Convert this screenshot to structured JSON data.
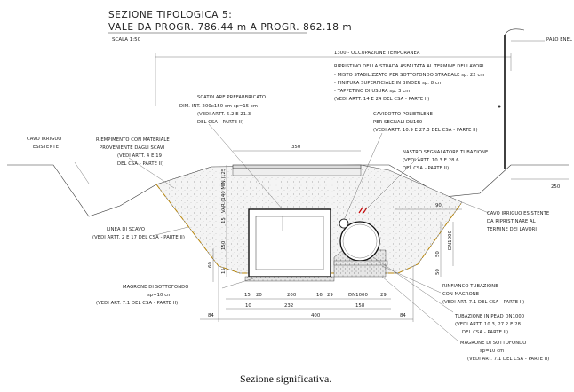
{
  "title": {
    "line1": "SEZIONE TIPOLOGICA 5:",
    "line2": "VALE DA PROGR. 786.44 m A PROGR. 862.18 m",
    "scale": "SCALA 1:50"
  },
  "caption": "Sezione significativa.",
  "labels": {
    "occupazione": "1300 - OCCUPAZIONE TEMPORANEA",
    "palo_enel": "PALO ENEL",
    "ripristino": [
      "RIPRISTINO DELLA STRADA ASFALTATA AL TERMINE DEI LAVORI",
      "-     MISTO STABILIZZATO PER SOTTOFONDO STRADALE sp. 22 cm",
      "-     FINITURA SUPERFICIALE IN BINDER sp. 8 cm",
      "-     TAPPETINO DI USURA sp. 3 cm",
      "(VEDI ARTT. 14 E 24 DEL CSA - PARTE II)"
    ],
    "scatolare": [
      "SCATOLARE PREFABBRICATO",
      "DIM. INT. 200x150 cm sp=15 cm",
      "(VEDI ARTT. 6.2 E 21.3",
      "DEL CSA - PARTE II)"
    ],
    "cavidotto": [
      "CAVIDOTTO POLIETILENE",
      "PER SEGNALI DN160",
      "(VEDI ARTT. 10.9 E 27.3 DEL CSA - PARTE II)"
    ],
    "cavo_irriguo_sx": [
      "CAVO IRRIGUO",
      "ESISTENTE"
    ],
    "riempimento": [
      "RIEMPIMENTO CON MATERIALE",
      "PROVENIENTE DAGLI SCAVI",
      "(VEDI ARTT. 4 E 19",
      "DEL CSA - PARTE II)"
    ],
    "nastro": [
      "NASTRO SEGNALATORE TUBAZIONE",
      "(VEDI ARTT. 10.3 E 28.6",
      "DEL CSA - PARTE II)"
    ],
    "cavo_irriguo_dx": [
      "CAVO IRRIGUO ESISTENTE",
      "DA RIPRISTINARE AL",
      "TERMINE DEI LAVORI"
    ],
    "linea_scavo": [
      "LINEA DI SCAVO",
      "(VEDI ARTT. 2 E 17 DEL CSA - PARTE II)"
    ],
    "magrone_sx": [
      "MAGRONE DI SOTTOFONDO",
      "sp=10 cm",
      "(VEDI ART. 7.1 DEL CSA - PARTE II)"
    ],
    "rinfianco": [
      "RINFIANCO TUBAZIONE",
      "CON MAGRONE",
      "(VEDI ART. 7.1 DEL CSA - PARTE II)"
    ],
    "tubazione": [
      "TUBAZIONE IN PEAD DN1000",
      "(VEDI ARTT. 10.3, 27.2 E 28",
      "DEL CSA - PARTE II)"
    ],
    "magrone_dx": [
      "MAGRONE DI SOTTOFONDO",
      "sp=10 cm",
      "(VEDI ART. 7.1 DEL CSA - PARTE II)"
    ]
  },
  "dimensions": {
    "d350": "350",
    "d250": "250",
    "d90": "90",
    "d15": "15",
    "d20": "20",
    "d200": "200",
    "d16": "16",
    "d29a": "29",
    "dn1000": "DN1000",
    "d29b": "29",
    "d10": "10",
    "d232": "232",
    "d158": "158",
    "d84a": "84",
    "d400": "400",
    "d84b": "84",
    "v125": "125",
    "vmin": "VAR.(140 MIN.)",
    "v150": "150",
    "v15a": "15",
    "v15b": "15",
    "v60": "60",
    "v50a": "50",
    "v50b": "50",
    "vdn": "DN1000"
  }
}
